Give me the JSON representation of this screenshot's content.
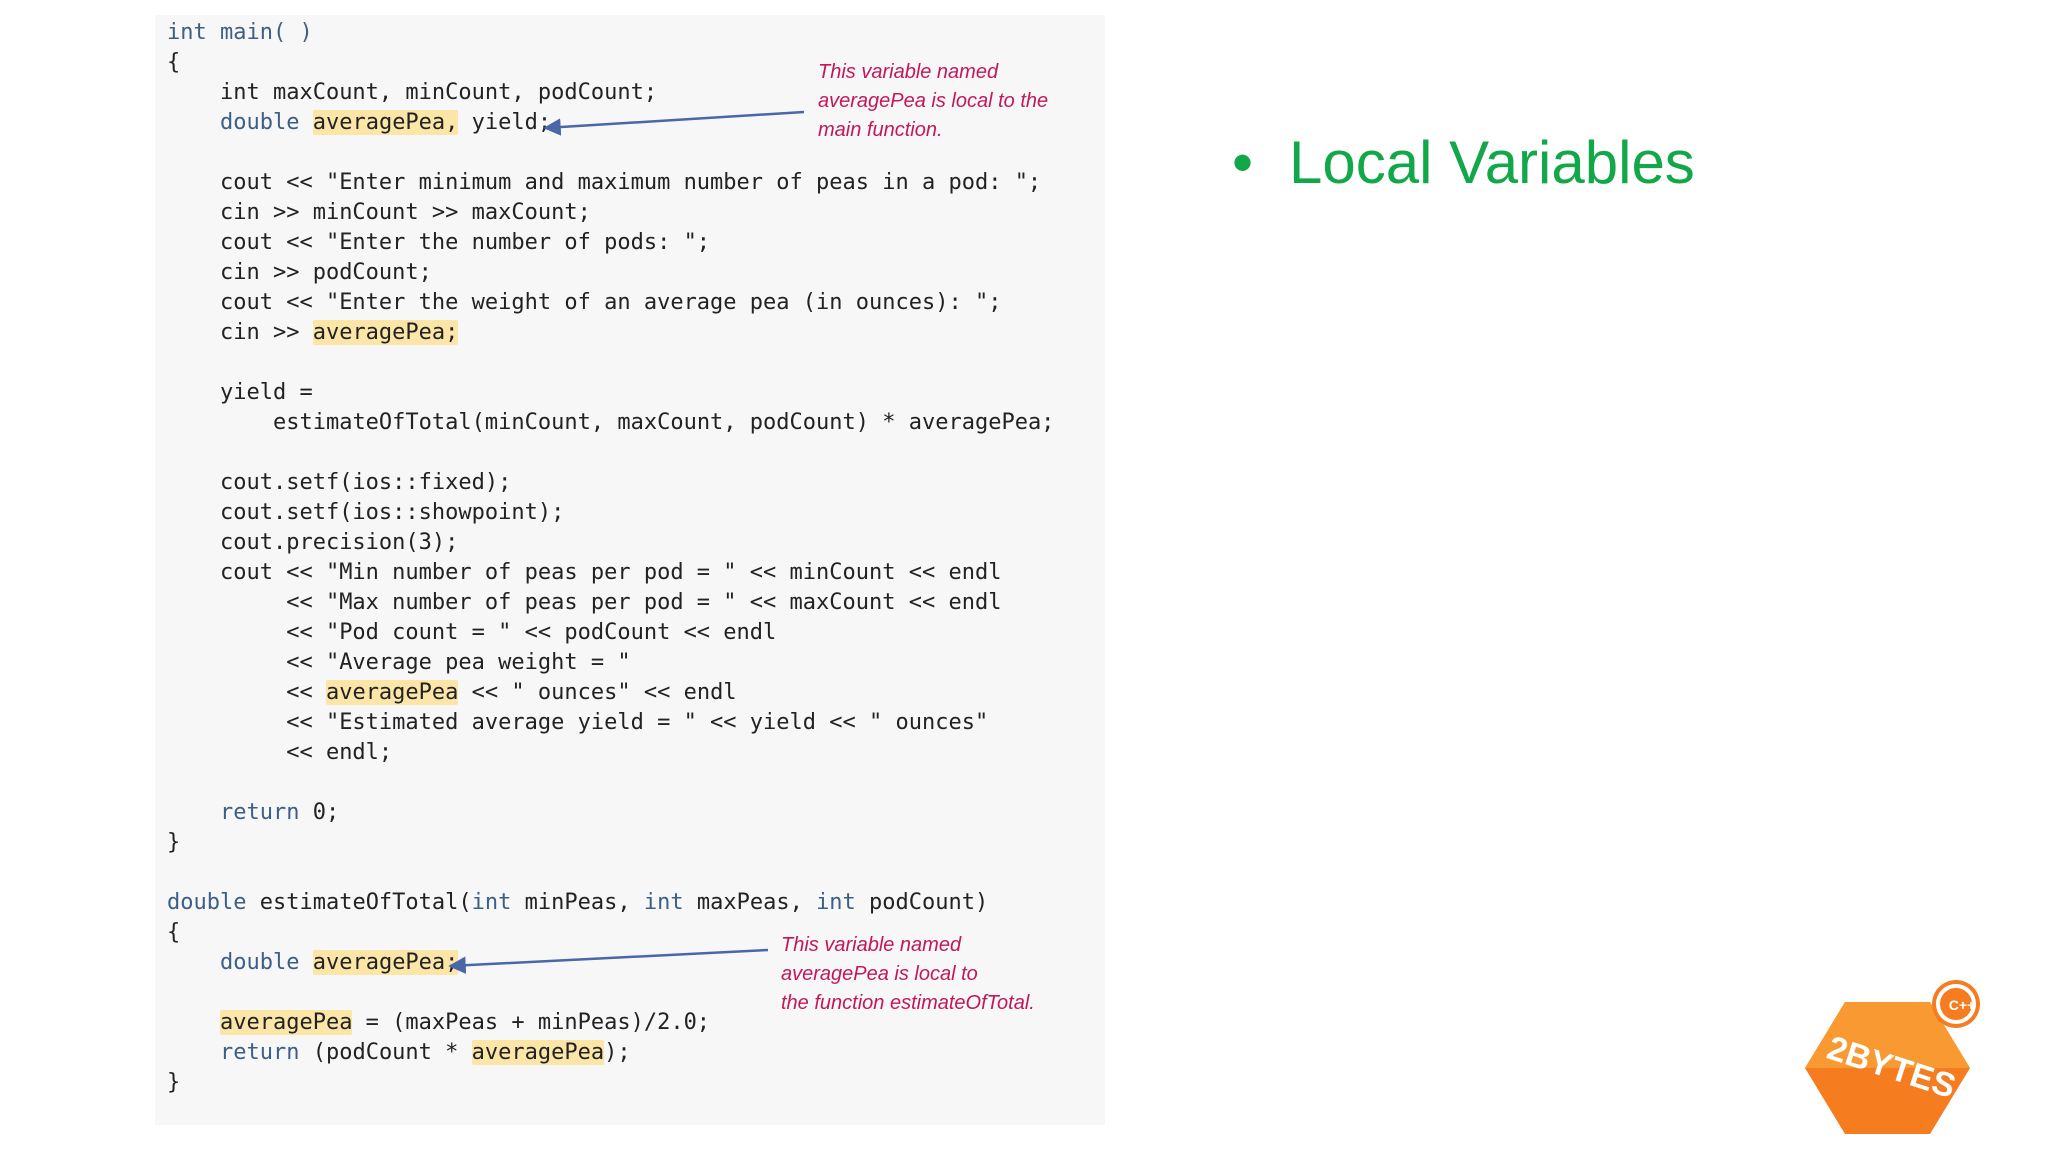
{
  "slide": {
    "bullet": "Local Variables"
  },
  "code": {
    "main_header": [
      "int main( )",
      "{"
    ],
    "main_decl1": "int maxCount, minCount, podCount;",
    "main_decl2_kw": "double",
    "main_decl2_var": "averagePea,",
    "main_decl2_rest": " yield;",
    "io_lines": [
      "cout << \"Enter minimum and maximum number of peas in a pod: \";",
      "cin >> minCount >> maxCount;",
      "cout << \"Enter the number of pods: \";",
      "cin >> podCount;",
      "cout << \"Enter the weight of an average pea (in ounces): \";"
    ],
    "cin_avg_prefix": "cin >> ",
    "cin_avg_var": "averagePea;",
    "yield_line1": "yield =",
    "yield_line2": "estimateOfTotal(minCount, maxCount, podCount) * averagePea;",
    "setf_lines": [
      "cout.setf(ios::fixed);",
      "cout.setf(ios::showpoint);",
      "cout.precision(3);",
      "cout << \"Min number of peas per pod = \" << minCount << endl",
      "     << \"Max number of peas per pod = \" << maxCount << endl",
      "     << \"Pod count = \" << podCount << endl",
      "     << \"Average pea weight = \""
    ],
    "avg_out_prefix": "     << ",
    "avg_out_var": "averagePea",
    "avg_out_rest": " << \" ounces\" << endl",
    "est_lines": [
      "     << \"Estimated average yield = \" << yield << \" ounces\"",
      "     << endl;"
    ],
    "return_kw": "return",
    "return_rest": " 0;",
    "close_brace": "}",
    "func_kw1": "double",
    "func_rest1": " estimateOfTotal(",
    "func_kw2": "int",
    "func_rest2": " minPeas, ",
    "func_kw3": "int",
    "func_rest3": " maxPeas, ",
    "func_kw4": "int",
    "func_rest4": " podCount)",
    "open_brace": "{",
    "func_decl_kw": "double",
    "func_decl_var": "averagePea;",
    "assign_var": "averagePea",
    "assign_rest": " = (maxPeas + minPeas)/2.0;",
    "func_return_kw": "return",
    "func_return_mid": " (podCount * ",
    "func_return_var": "averagePea",
    "func_return_end": ");"
  },
  "notes": {
    "note1": "This variable named\naveragePea is local to the\nmain function.",
    "note2": "This variable named\naveragePea is local to\nthe function estimateOfTotal."
  },
  "logo": {
    "text": "2BYTES",
    "badge": "C++"
  },
  "colors": {
    "bullet_green": "#12a84a",
    "note_magenta": "#c2185b",
    "keyword_blue": "#3b5f86",
    "highlight_yellow": "#fbe6a8",
    "logo_orange": "#f57c1f"
  }
}
